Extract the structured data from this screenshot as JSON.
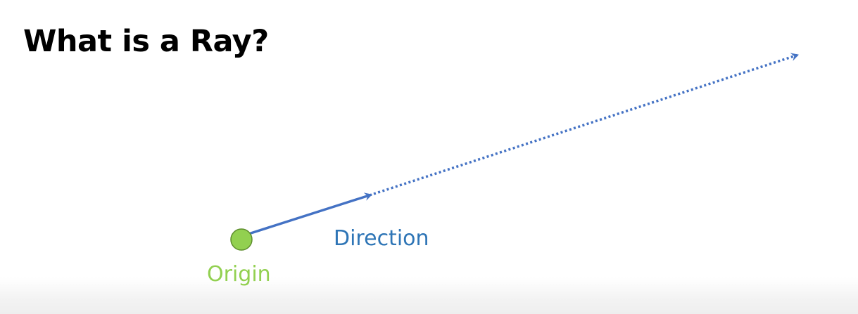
{
  "slide": {
    "title": "What is a Ray?",
    "labels": {
      "direction": "Direction",
      "origin": "Origin"
    }
  },
  "colors": {
    "ray": "#4472c4",
    "direction_label": "#2e75b6",
    "origin_fill": "#92d050",
    "origin_stroke": "#5e8e2e",
    "origin_label": "#92d050",
    "title": "#000000"
  },
  "diagram": {
    "elements": [
      "origin-point",
      "direction-vector-arrow",
      "ray-extension-dotted-arrow"
    ]
  }
}
